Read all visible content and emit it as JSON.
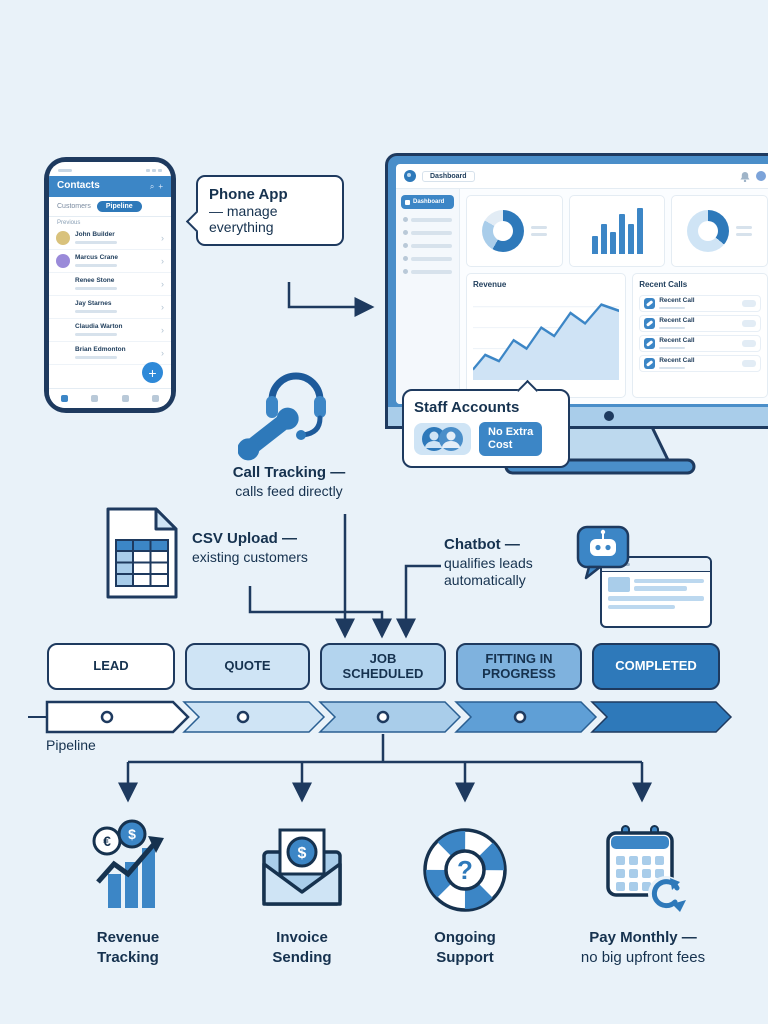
{
  "colors": {
    "navy": "#1e3a5f",
    "blue": "#2e79ba",
    "mid_blue": "#3c86c6",
    "light_blue": "#cfe4f5",
    "bg": "#e9f2f9"
  },
  "phone": {
    "title": "Contacts",
    "tabs": [
      {
        "label": "Customers"
      },
      {
        "label": "Pipeline"
      }
    ],
    "section_label": "Previous",
    "contacts": [
      {
        "name": "John Builder"
      },
      {
        "name": "Marcus Crane"
      },
      {
        "name": "Renee Stone"
      },
      {
        "name": "Jay Starnes"
      },
      {
        "name": "Claudia Warton"
      },
      {
        "name": "Brian Edmonton"
      }
    ]
  },
  "bubble": {
    "title": "Phone App",
    "line1": "— manage",
    "line2": "everything"
  },
  "dashboard": {
    "title": "Dashboard",
    "sidebar_active": "Dashboard",
    "revenue_title": "Revenue",
    "recent_calls_title": "Recent Calls",
    "recent_calls": [
      {
        "label": "Recent Call"
      },
      {
        "label": "Recent Call"
      },
      {
        "label": "Recent Call"
      },
      {
        "label": "Recent Call"
      }
    ]
  },
  "staff": {
    "title": "Staff Accounts",
    "badge_line1": "No Extra",
    "badge_line2": "Cost"
  },
  "call_tracking": {
    "title": "Call Tracking —",
    "subtitle": "calls feed directly"
  },
  "csv": {
    "title": "CSV Upload —",
    "subtitle": "existing customers"
  },
  "chatbot": {
    "title": "Chatbot —",
    "line1": "qualifies leads",
    "line2": "automatically"
  },
  "pipeline": {
    "label": "Pipeline",
    "stages": [
      {
        "label": "LEAD"
      },
      {
        "label": "QUOTE"
      },
      {
        "label": "JOB SCHEDULED"
      },
      {
        "label": "FITTING IN PROGRESS"
      },
      {
        "label": "COMPLETED"
      }
    ]
  },
  "features": [
    {
      "line1": "Revenue",
      "line2": "Tracking"
    },
    {
      "line1": "Invoice",
      "line2": "Sending"
    },
    {
      "line1": "Ongoing",
      "line2": "Support"
    },
    {
      "line1": "Pay Monthly —",
      "line2": "no big upfront fees"
    }
  ]
}
